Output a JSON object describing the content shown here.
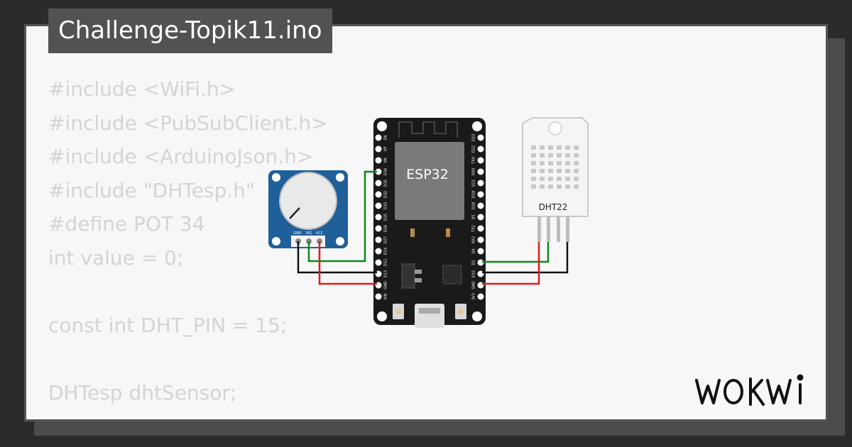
{
  "project": {
    "title": "Challenge-Topik11.ino"
  },
  "code_lines": [
    "#include <WiFi.h>",
    "#include <PubSubClient.h>",
    "#include <ArduinoJson.h>",
    "#include \"DHTesp.h\"",
    "#define POT 34",
    "int value = 0;",
    "",
    "const int DHT_PIN = 15;",
    "",
    "DHTesp dhtSensor;"
  ],
  "esp32": {
    "label": "ESP32",
    "pins_left": [
      "EN",
      "VP",
      "VN",
      "D34",
      "D35",
      "D32",
      "D33",
      "D25",
      "D26",
      "D27",
      "D14",
      "D12",
      "D13",
      "GND",
      "VIN"
    ],
    "pins_right": [
      "D23",
      "D22",
      "TX0",
      "RX0",
      "D21",
      "D19",
      "D18",
      "D5",
      "TX2",
      "RX2",
      "D4",
      "D2",
      "D15",
      "GND",
      "3V3"
    ]
  },
  "potentiometer": {
    "pins": [
      "GND",
      "SIG",
      "VCC"
    ]
  },
  "dht22": {
    "label": "DHT22"
  },
  "brand": {
    "name": "WOKWI"
  },
  "colors": {
    "wire_green": "#0b8a1a",
    "wire_red": "#e01b1b",
    "wire_black": "#111111",
    "esp_board": "#1a1a1a",
    "pot_board": "#1f5f9a",
    "title_bg": "#525252"
  }
}
